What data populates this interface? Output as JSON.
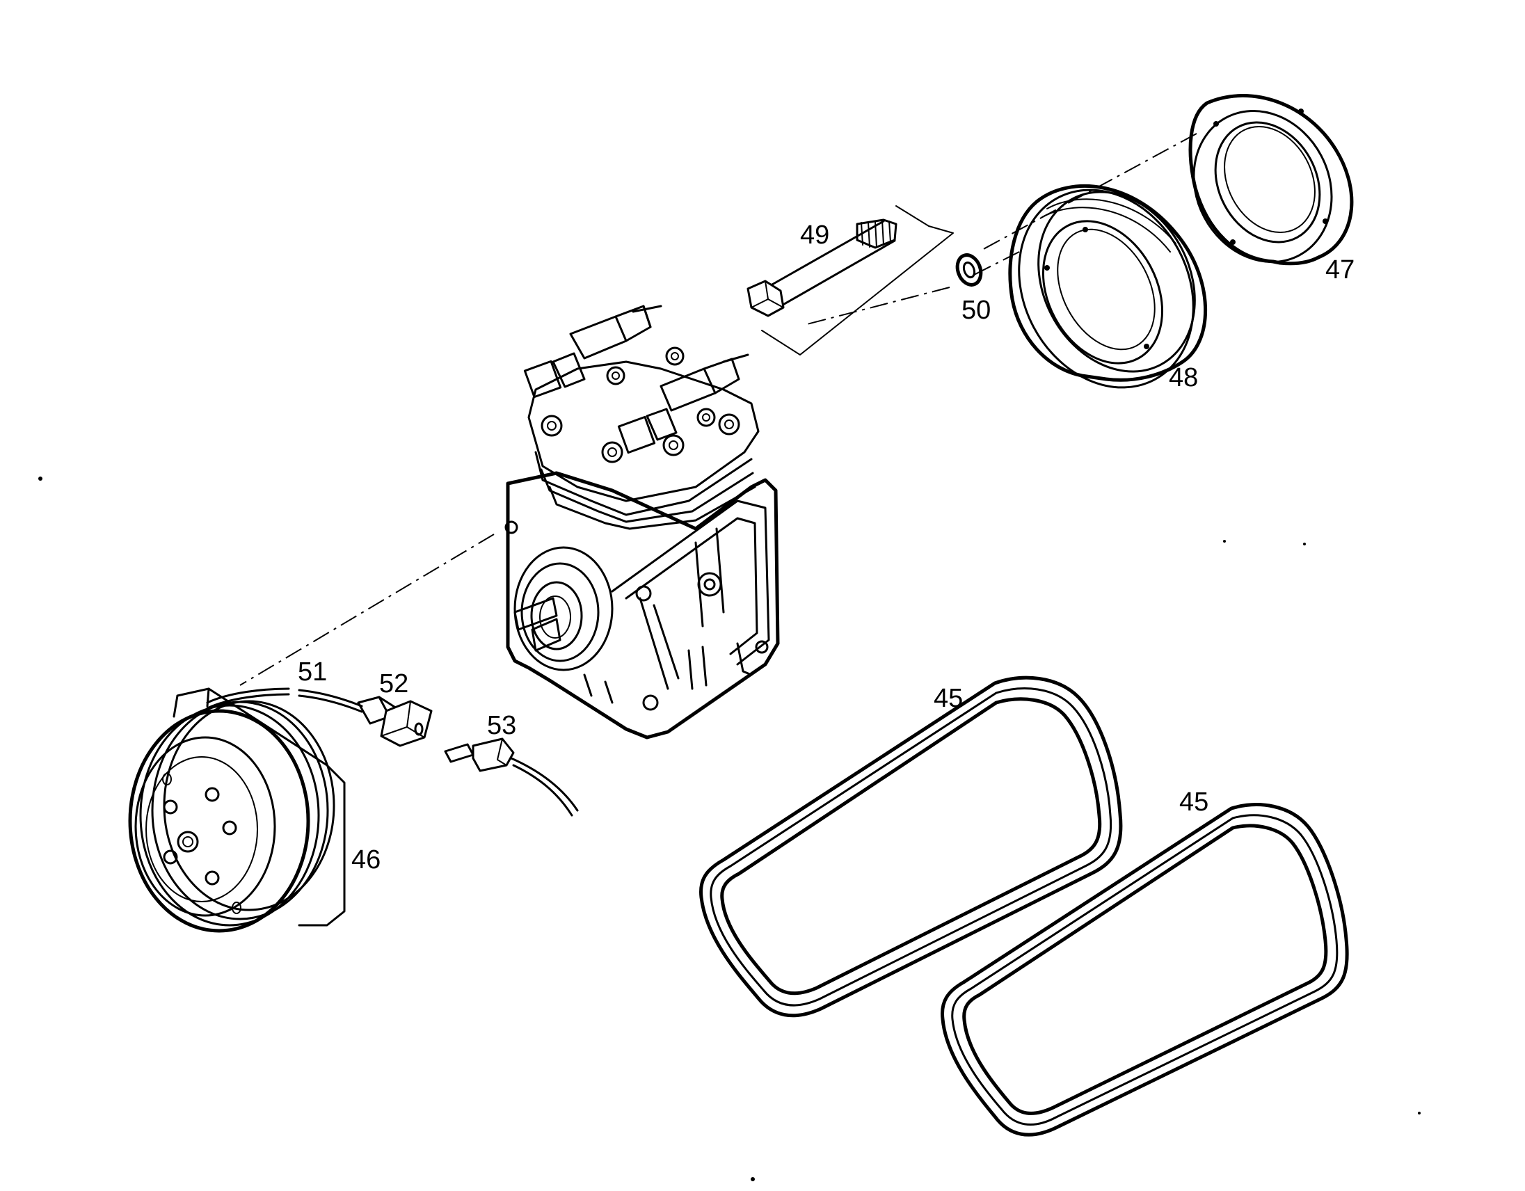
{
  "diagram": {
    "callouts": {
      "c45a": "45",
      "c45b": "45",
      "c46": "46",
      "c47": "47",
      "c48": "48",
      "c49": "49",
      "c50": "50",
      "c51": "51",
      "c52": "52",
      "c53": "53"
    }
  }
}
